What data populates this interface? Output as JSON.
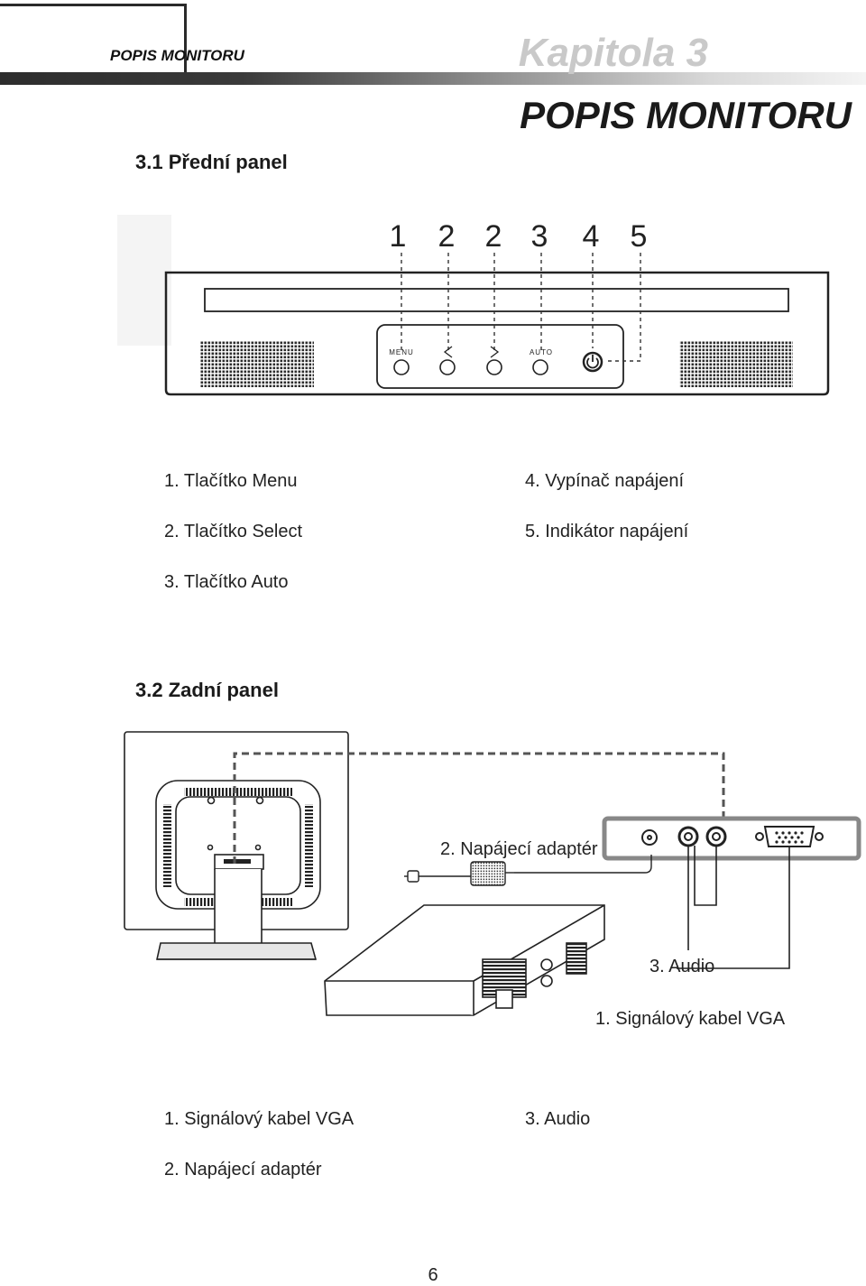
{
  "header": {
    "running_title": "POPIS MONITORU",
    "chapter_label": "Kapitola 3",
    "chapter_title": "POPIS MONITORU"
  },
  "front_panel": {
    "heading": "3.1 Přední panel",
    "callout_numbers": [
      "1",
      "2",
      "2",
      "3",
      "4",
      "5"
    ],
    "button_labels": {
      "menu": "MENU",
      "auto": "AUTO"
    },
    "legend": [
      "1. Tlačítko Menu",
      "2. Tlačítko Select",
      "3. Tlačítko Auto",
      "4. Vypínač napájení",
      "5. Indikátor napájení"
    ]
  },
  "rear_panel": {
    "heading": "3.2 Zadní panel",
    "callouts": {
      "power_adapter": "2. Napájecí adaptér",
      "audio": "3. Audio",
      "vga": "1. Signálový kabel VGA"
    },
    "legend": [
      "1. Signálový kabel VGA",
      "2. Napájecí adaptér",
      "3. Audio"
    ]
  },
  "footer": {
    "page_number": "6"
  }
}
